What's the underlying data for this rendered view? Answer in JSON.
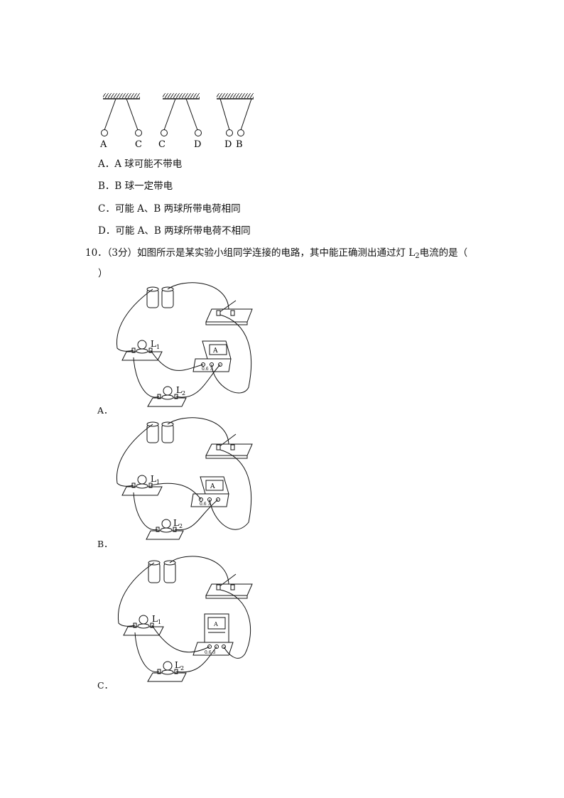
{
  "pendulum_figure": {
    "labels": [
      "A",
      "C",
      "C",
      "D",
      "D",
      "B"
    ]
  },
  "q9_options": [
    {
      "letter": "A．",
      "text": "A 球可能不带电"
    },
    {
      "letter": "B．",
      "text": "B 球一定带电"
    },
    {
      "letter": "C．",
      "text": "可能 A、B 两球所带电荷相同"
    },
    {
      "letter": "D．",
      "text": "可能 A、B 两球所带电荷不相同"
    }
  ],
  "q10": {
    "number": "10．",
    "score": "（3分）",
    "stem_before": "如图所示是某实验小组同学连接的电路，其中能正确测出通过灯 L",
    "stem_sub": "2",
    "stem_after": "电流的是（",
    "close_paren": "）"
  },
  "circuits": [
    {
      "option": "A．",
      "lamp1": "L",
      "lamp1_sub": "1",
      "lamp2": "L",
      "lamp2_sub": "2",
      "meter": "A",
      "terminals": "0.6  3"
    },
    {
      "option": "B．",
      "lamp1": "L",
      "lamp1_sub": "1",
      "lamp2": "L",
      "lamp2_sub": "2",
      "meter": "A",
      "terminals": "0.6  3"
    },
    {
      "option": "C．",
      "lamp1": "L",
      "lamp1_sub": "1",
      "lamp2": "L",
      "lamp2_sub": "2",
      "meter": "A",
      "terminals": "0.6  3"
    }
  ]
}
